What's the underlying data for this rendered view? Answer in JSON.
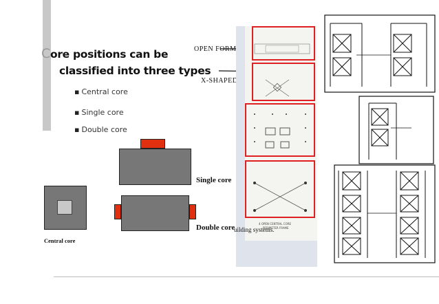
{
  "title": {
    "first_letter": "C",
    "line1_rest": "ore positions can be",
    "line2": "classified into three types"
  },
  "bullets": [
    "Central core",
    "Single core",
    "Double core"
  ],
  "labels": {
    "open_forms": "OPEN FORMS",
    "x_shaped": "X-SHAPED",
    "single_core": "Single core",
    "double_core": "Double core",
    "central_core": "Central core",
    "scan_caption": "uilding systems."
  },
  "colors": {
    "accent_red": "#e02020",
    "core_gray": "#777777"
  }
}
